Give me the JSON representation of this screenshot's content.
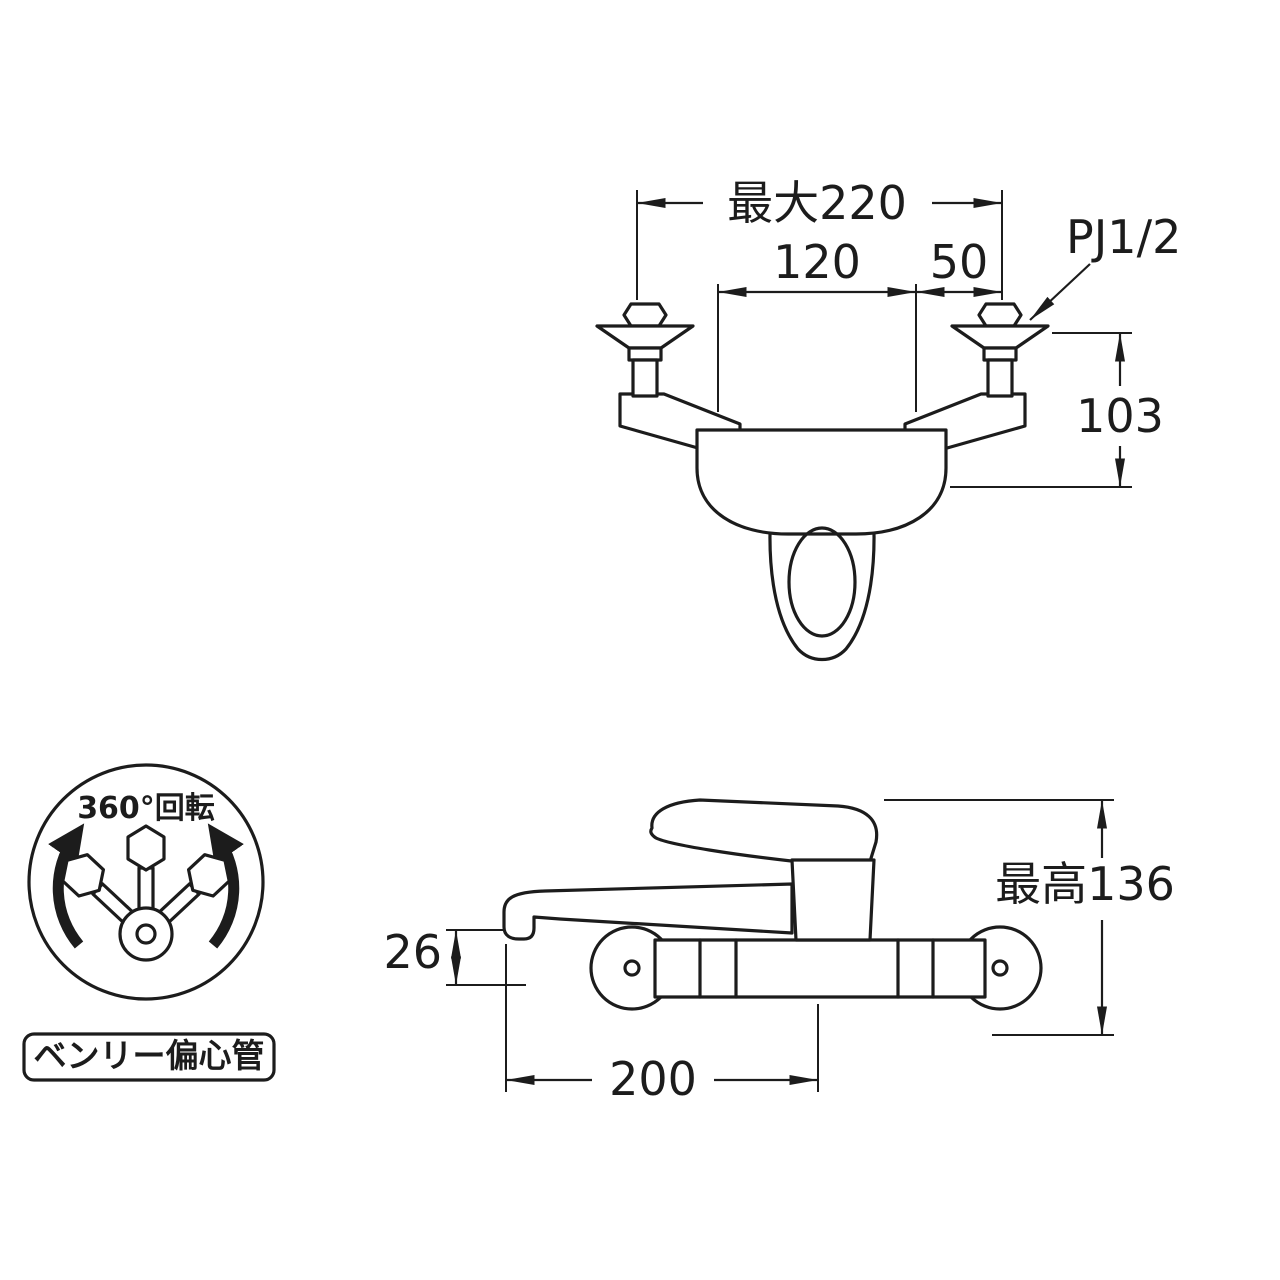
{
  "colors": {
    "line": "#1c1c1c",
    "background": "#ffffff"
  },
  "front_view": {
    "dim_total_width": "最大220",
    "dim_pitch": "120",
    "dim_offset": "50",
    "connection_label": "PJ1/2",
    "dim_height": "103"
  },
  "side_view": {
    "dim_spout_tip": "26",
    "dim_spout_reach": "200",
    "dim_max_height": "最高136"
  },
  "detail_badge": {
    "rotation_label": "360°回転",
    "part_name_label": "ベンリー偏心管"
  }
}
